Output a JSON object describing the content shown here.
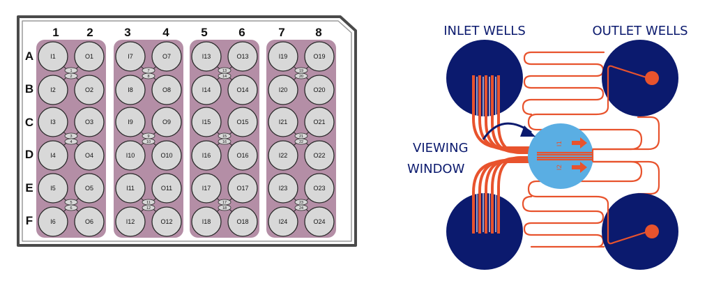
{
  "plate": {
    "columns": [
      "1",
      "2",
      "3",
      "4",
      "5",
      "6",
      "7",
      "8"
    ],
    "rows": [
      "A",
      "B",
      "C",
      "D",
      "E",
      "F"
    ],
    "blocks": [
      {
        "pairs": [
          {
            "tl": "I1",
            "tr": "O1",
            "bl": "I2",
            "br": "O2",
            "c1": "1",
            "c2": "2"
          },
          {
            "tl": "I3",
            "tr": "O3",
            "bl": "I4",
            "br": "O4",
            "c1": "3",
            "c2": "4"
          },
          {
            "tl": "I5",
            "tr": "O5",
            "bl": "I6",
            "br": "O6",
            "c1": "5",
            "c2": "6"
          }
        ]
      },
      {
        "pairs": [
          {
            "tl": "I7",
            "tr": "O7",
            "bl": "I8",
            "br": "O8",
            "c1": "7",
            "c2": "8"
          },
          {
            "tl": "I9",
            "tr": "O9",
            "bl": "I10",
            "br": "O10",
            "c1": "9",
            "c2": "10"
          },
          {
            "tl": "I11",
            "tr": "O11",
            "bl": "I12",
            "br": "O12",
            "c1": "11",
            "c2": "12"
          }
        ]
      },
      {
        "pairs": [
          {
            "tl": "I13",
            "tr": "O13",
            "bl": "I14",
            "br": "O14",
            "c1": "13",
            "c2": "14"
          },
          {
            "tl": "I15",
            "tr": "O15",
            "bl": "I16",
            "br": "O16",
            "c1": "15",
            "c2": "16"
          },
          {
            "tl": "I17",
            "tr": "O17",
            "bl": "I18",
            "br": "O18",
            "c1": "17",
            "c2": "18"
          }
        ]
      },
      {
        "pairs": [
          {
            "tl": "I19",
            "tr": "O19",
            "bl": "I20",
            "br": "O20",
            "c1": "19",
            "c2": "20"
          },
          {
            "tl": "I21",
            "tr": "O21",
            "bl": "I22",
            "br": "O22",
            "c1": "21",
            "c2": "22"
          },
          {
            "tl": "I23",
            "tr": "O23",
            "bl": "I24",
            "br": "O24",
            "c1": "23",
            "c2": "24"
          }
        ]
      }
    ]
  },
  "chip": {
    "inlet_label": "INLET WELLS",
    "outlet_label": "OUTLET WELLS",
    "viewing_line1": "VIEWING",
    "viewing_line2": "WINDOW",
    "window_labels": [
      "I1",
      "I2"
    ]
  },
  "colors": {
    "plate_outline": "#4a4a4a",
    "plate_fill": "#ffffff",
    "block_fill": "#b48ea6",
    "well_fill": "#d8d8d8",
    "well_stroke": "#2a2a2a",
    "navy": "#0b1a6e",
    "channel": "#e8532d",
    "window": "#5aaee3",
    "label": "#0b1a6e"
  }
}
